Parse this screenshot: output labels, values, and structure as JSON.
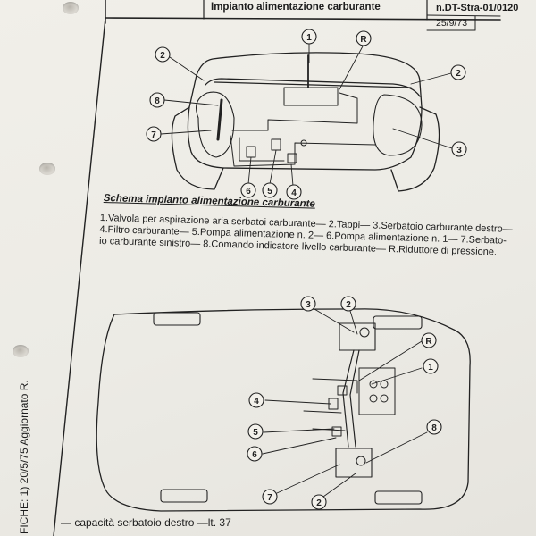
{
  "header": {
    "title": "Impianto alimentazione carburante",
    "doc_code": "n.DT-Stra-01/0120",
    "date": "25/9/73"
  },
  "schema": {
    "title": "Schema impianto alimentazione carburante",
    "legend_lines": [
      "1.Valvola per aspirazione aria serbatoi   carburante— 2.Tappi— 3.Serbatoio carburante destro—",
      "4.Filtro carburante— 5.Pompa alimentazione n. 2— 6.Pompa alimentazione n. 1— 7.Serbato-",
      "io carburante sinistro— 8.Comando indicatore livello carburante— R.Riduttore di pressione."
    ]
  },
  "callouts_top": [
    "1",
    "R",
    "2",
    "2",
    "8",
    "7",
    "3",
    "6",
    "5",
    "4"
  ],
  "callouts_bottom": [
    "3",
    "2",
    "R",
    "1",
    "4",
    "5",
    "6",
    "8",
    "7",
    "2"
  ],
  "side_note": "FICHE: 1) 20/5/75  Aggiornato R.",
  "capacity_note": "— capacità serbatoio destro   —lt.  37"
}
